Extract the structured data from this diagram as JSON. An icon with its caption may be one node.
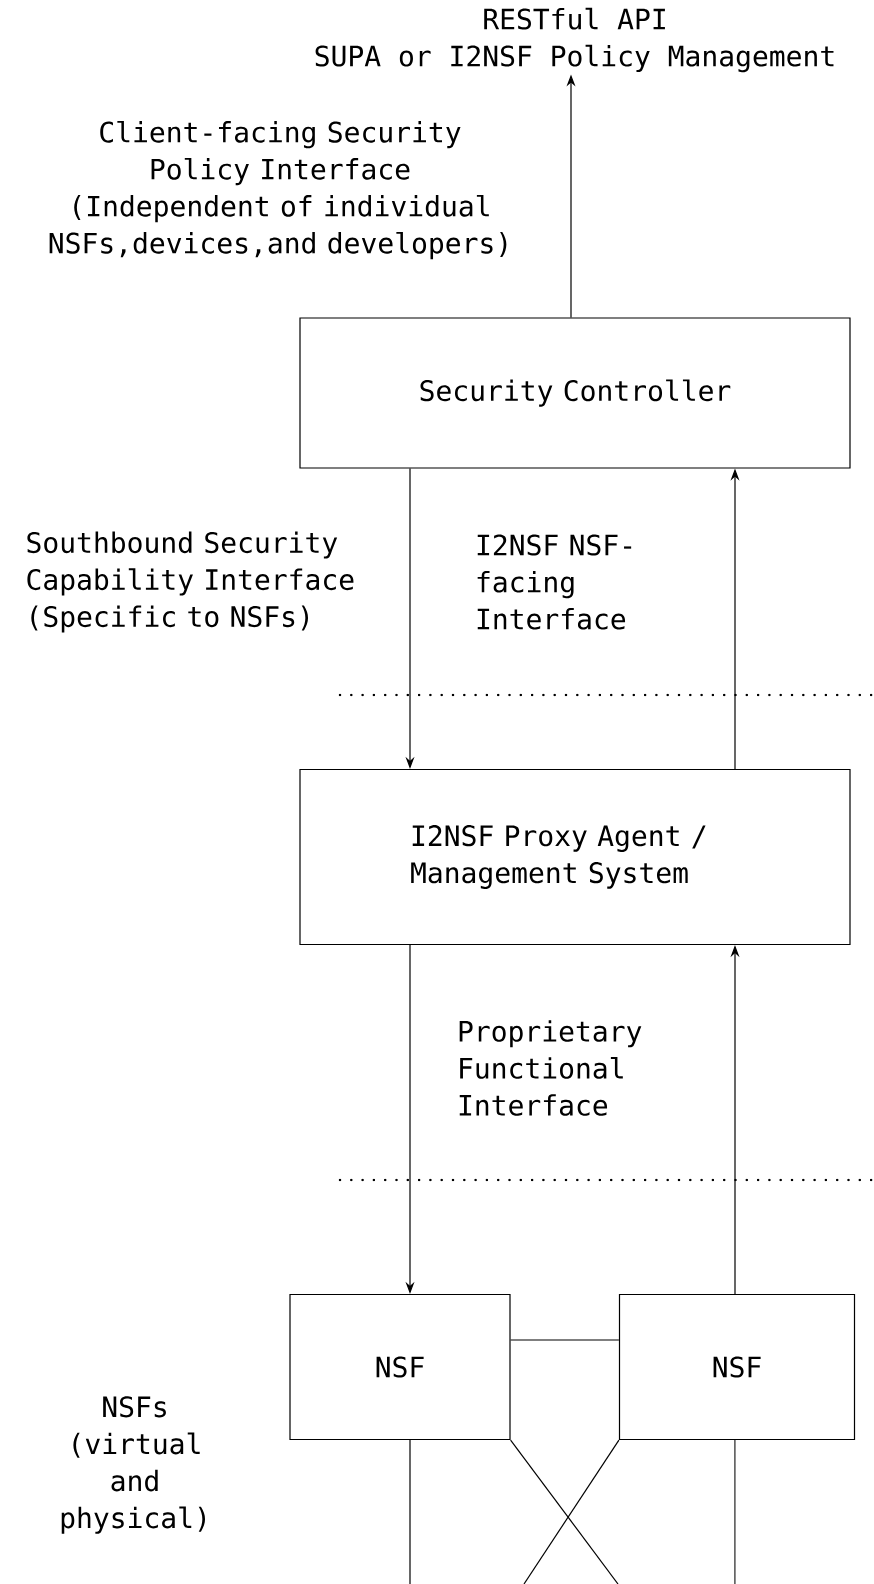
{
  "diagram": {
    "nodes": [
      {
        "text": [
          "RESTful API",
          "SUPA or I2NSF Policy Management"
        ]
      },
      {
        "text": [
          "Security Controller"
        ]
      },
      {
        "text": [
          "I2NSF Proxy Agent / Management System"
        ]
      },
      {
        "text": [
          "NSF"
        ]
      },
      {
        "text": [
          "NSF"
        ]
      }
    ],
    "edges": [
      {
        "from": 1,
        "to": 0,
        "arrow": "to"
      },
      {
        "from": 1,
        "to": 2,
        "arrow": "to"
      },
      {
        "from": 2,
        "to": 1,
        "arrow": "to"
      },
      {
        "from": 2,
        "to": 3,
        "arrow": "to"
      },
      {
        "from": 4,
        "to": 2,
        "arrow": "to"
      },
      {
        "from": 3,
        "to": 4,
        "arrow": "none"
      },
      {
        "from": 3,
        "to": null,
        "arrow": "none"
      },
      {
        "from": 4,
        "to": null,
        "arrow": "none"
      },
      {
        "from": 3,
        "to": null,
        "arrow": "none"
      },
      {
        "from": 4,
        "to": null,
        "arrow": "none"
      }
    ],
    "labels": [
      "Client-facing Security Policy Interface (Independent of individual NSFs,devices,and developers)",
      "Southbound Security Capability Interface (Specific to NSFs)",
      "I2NSF NSF-facing Interface",
      "Proprietary Functional Interface",
      "NSFs (virtual and physical)"
    ]
  }
}
